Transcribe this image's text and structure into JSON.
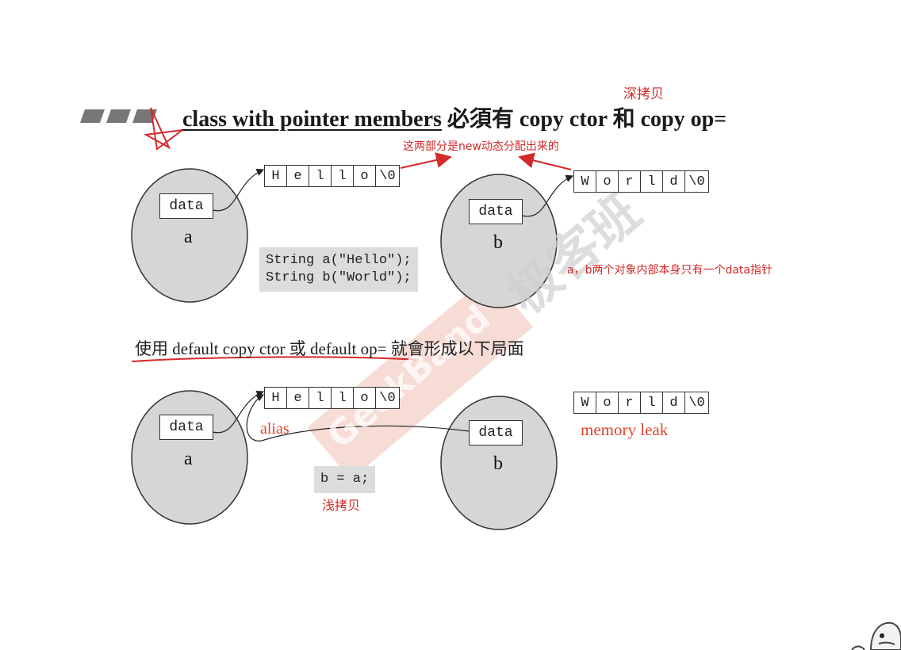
{
  "title": {
    "underlined": "class with pointer members",
    "rest": " 必須有 copy ctor 和 copy op="
  },
  "annotations": {
    "deep_copy": "深拷贝",
    "new_alloc": "这两部分是new动态分配出来的",
    "ab_note": "a，b两个对象内部本身只有一个data指针",
    "shallow_copy": "浅拷贝",
    "alias": "alias",
    "memory_leak": "memory leak"
  },
  "subtitle": "使用 default copy ctor 或 default op= 就會形成以下局面",
  "top": {
    "obj_a": {
      "field": "data",
      "name": "a"
    },
    "obj_b": {
      "field": "data",
      "name": "b"
    },
    "str_a": [
      "H",
      "e",
      "l",
      "l",
      "o",
      "\\0"
    ],
    "str_b": [
      "W",
      "o",
      "r",
      "l",
      "d",
      "\\0"
    ],
    "code": [
      "String a(\"Hello\");",
      "String b(\"World\");"
    ]
  },
  "bottom": {
    "obj_a": {
      "field": "data",
      "name": "a"
    },
    "obj_b": {
      "field": "data",
      "name": "b"
    },
    "str_a": [
      "H",
      "e",
      "l",
      "l",
      "o",
      "\\0"
    ],
    "str_b": [
      "W",
      "o",
      "r",
      "l",
      "d",
      "\\0"
    ],
    "code": "b = a;"
  },
  "watermark": {
    "text_en": "GeekBand",
    "text_zh": "极客班"
  },
  "colors": {
    "annotation_red": "#d32a2a",
    "ellipse_fill": "#d6d6d6",
    "alias_orange": "#e0442a"
  }
}
